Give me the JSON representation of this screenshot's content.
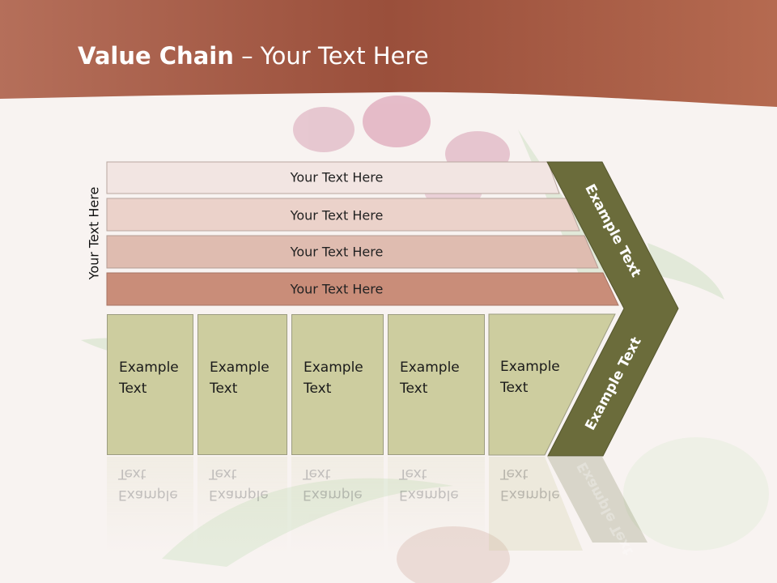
{
  "slide": {
    "title_bold": "Value Chain",
    "title_rest": " – Your Text Here",
    "side_label": "Your Text Here",
    "bands": [
      "Your Text Here",
      "Your Text Here",
      "Your Text Here",
      "Your Text Here"
    ],
    "boxes": [
      {
        "line1": "Example",
        "line2": "Text"
      },
      {
        "line1": "Example",
        "line2": "Text"
      },
      {
        "line1": "Example",
        "line2": "Text"
      },
      {
        "line1": "Example",
        "line2": "Text"
      },
      {
        "line1": "Example",
        "line2": "Text"
      }
    ],
    "arrow_upper": "Example Text",
    "arrow_lower": "Example Text"
  },
  "colors": {
    "header": "#a75a45",
    "band1": "#f2e5e2",
    "band2": "#ebd2ca",
    "band3": "#dfbcb0",
    "band4": "#c98d79",
    "box": "#cdcd9f",
    "arrow": "#6b6c3b"
  }
}
